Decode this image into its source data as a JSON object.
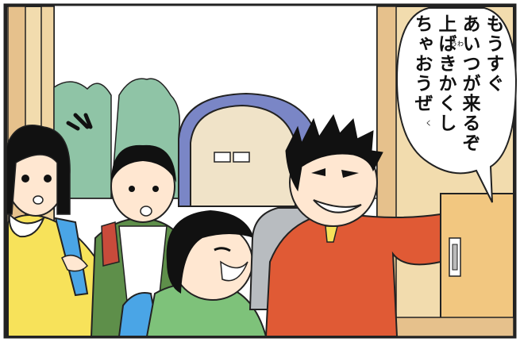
{
  "speech_bubble": {
    "lines": [
      "もうすぐ",
      "あいつが来るぞ",
      "上ばきかくし",
      "ちゃおうぜ"
    ],
    "furigana": [
      "く",
      "うわ"
    ]
  },
  "colors": {
    "outline": "#222222",
    "sky": "#ffffff",
    "trees": "#8fc4a6",
    "wall": "#f2dcae",
    "wall_shadow": "#e8c98f",
    "boy_jacket": "#e05a35",
    "girl_shirt": "#f7e25a",
    "backpack_blue": "#4aa5e6",
    "backpack_grey": "#b8bcc0",
    "backpack_red": "#c84b3b",
    "green_jacket": "#5e8f4a",
    "skin": "#ffe7d1",
    "hair": "#111111"
  }
}
